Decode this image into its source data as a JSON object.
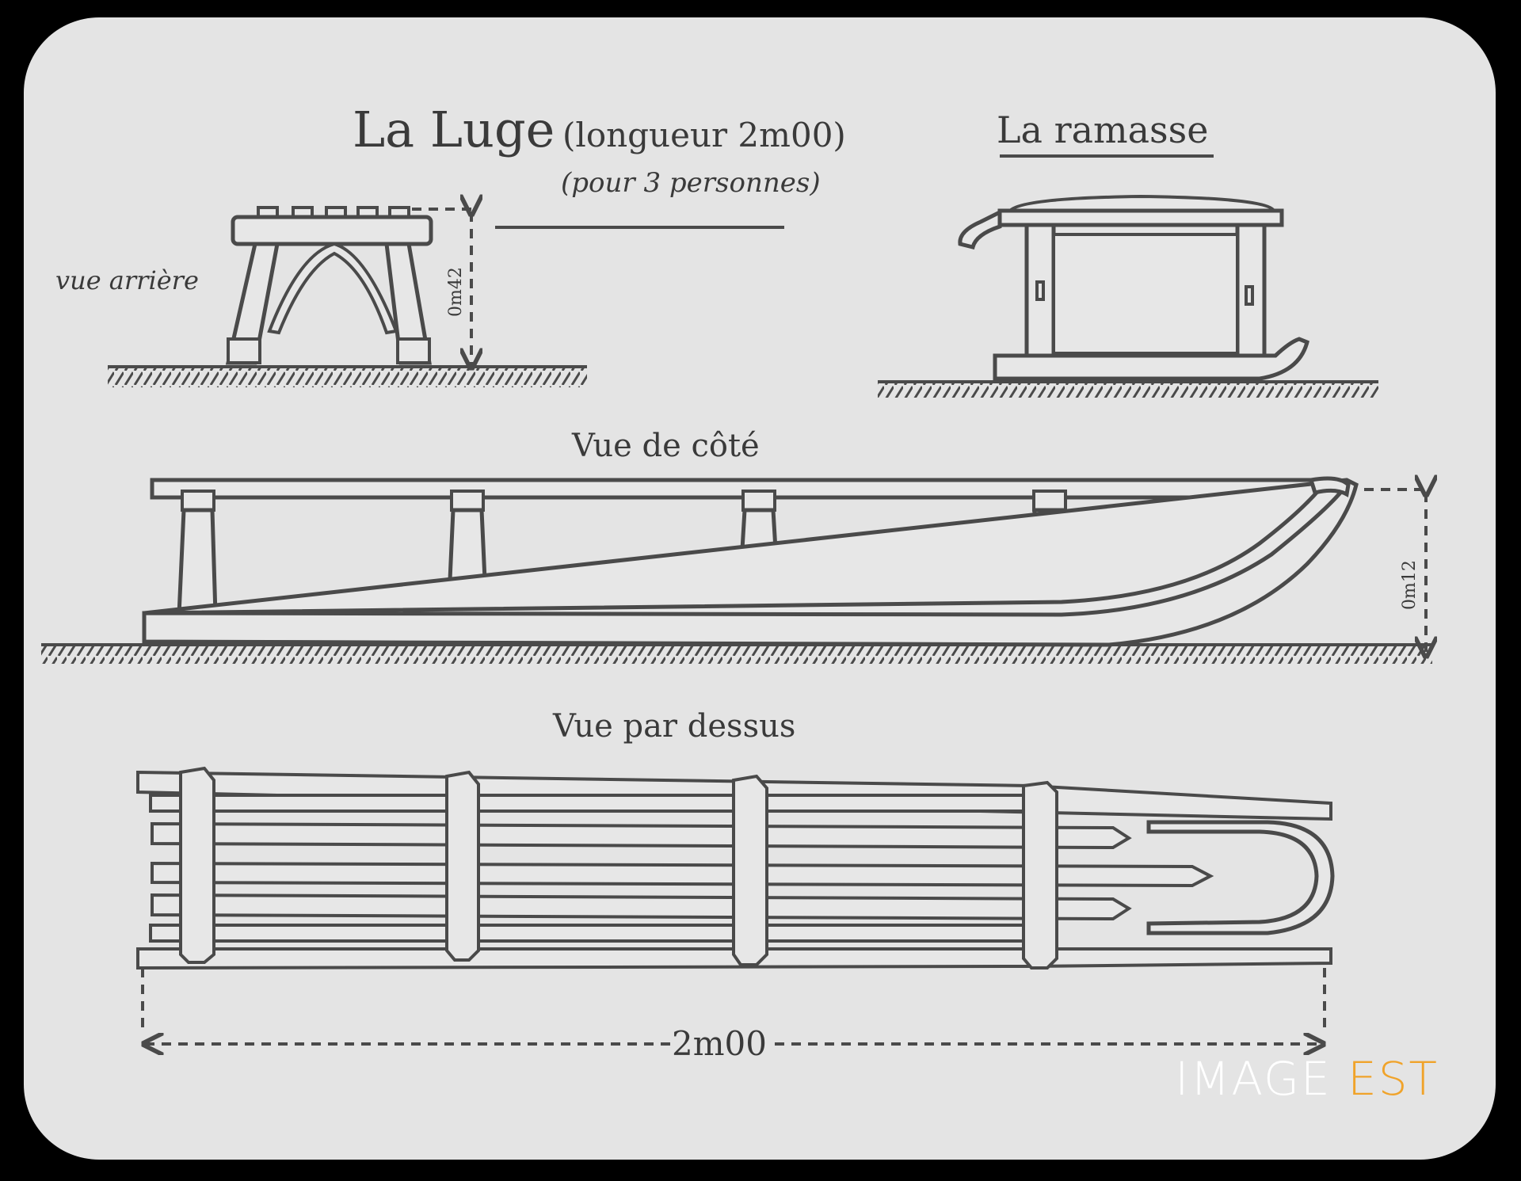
{
  "title": {
    "main": "La Luge",
    "length": "(longueur 2m00)",
    "persons": "(pour 3 personnes)"
  },
  "views": {
    "rear": "vue arrière",
    "ramasse": "La ramasse",
    "side": "Vue de côté",
    "top": "Vue par dessus"
  },
  "dimensions": {
    "rear_height": "0m42",
    "side_height": "0m12",
    "length": "2m00"
  },
  "watermark": {
    "brand": "IMAGE",
    "accent": "EST",
    "accent_color": "#f0a32a"
  }
}
